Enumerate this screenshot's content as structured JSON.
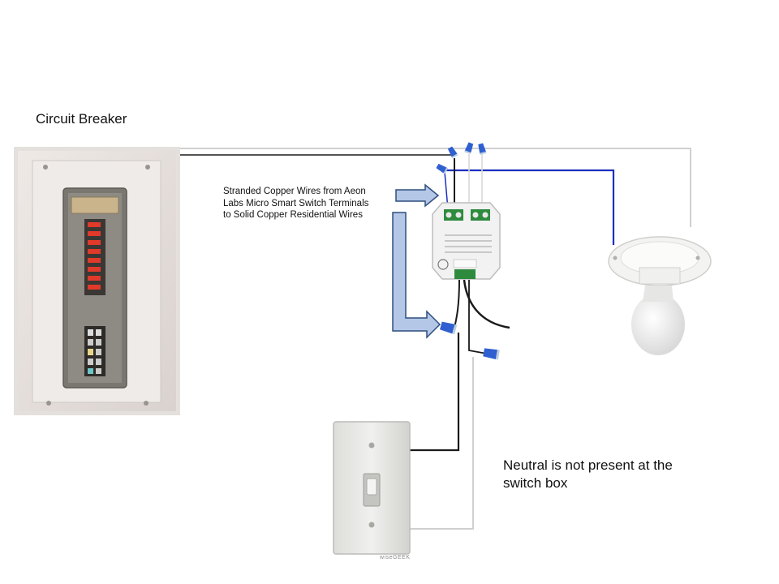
{
  "title": "Circuit Breaker",
  "annotation": {
    "lines": [
      "Stranded Copper Wires from Aeon",
      "Labs Micro Smart Switch Terminals",
      "to Solid Copper Residential Wires"
    ]
  },
  "note": {
    "lines": [
      "Neutral is not present at the",
      "switch box"
    ]
  },
  "watermark": "wiseGEEK",
  "colors": {
    "hot_wire": "#1a1a1a",
    "neutral_wire": "#d6d6d6",
    "load_wire": "#1b2fbf",
    "wire_nut": "#2f5fd0",
    "arrow_fill": "#b4c7e7",
    "arrow_stroke": "#2f4f7f",
    "breaker_red": "#e03a2a"
  },
  "icons": {
    "breaker_panel": "breaker-panel-icon",
    "micro_switch": "micro-switch-module-icon",
    "light_fixture": "light-bulb-fixture-icon",
    "wall_switch": "wall-toggle-switch-icon",
    "wire_nut": "wire-nut-icon"
  }
}
